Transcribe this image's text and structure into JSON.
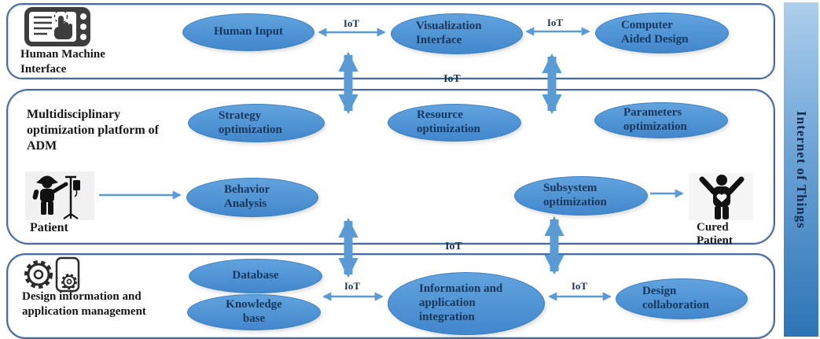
{
  "iot": {
    "bar_label": "Internet of Things",
    "link_label": "IoT"
  },
  "sections": {
    "hmi": {
      "title": "Human Machine Interface"
    },
    "modm": {
      "title": "Multidisciplinary optimization platform of ADM"
    },
    "diam": {
      "title": "Design information and application management"
    }
  },
  "actors": {
    "patient": {
      "label": "Patient"
    },
    "cured_patient": {
      "label": "Cured Patient"
    }
  },
  "nodes": {
    "human_input": {
      "label": "Human Input"
    },
    "visualization_interface": {
      "label": "Visualization Interface"
    },
    "computer_aided_design": {
      "label": "Computer Aided Design"
    },
    "strategy_optimization": {
      "label": "Strategy optimization"
    },
    "resource_optimization": {
      "label": "Resource optimization"
    },
    "parameters_optimization": {
      "label": "Parameters optimization"
    },
    "behavior_analysis": {
      "label": "Behavior Analysis"
    },
    "subsystem_optimization": {
      "label": "Subsystem optimization"
    },
    "database": {
      "label": "Database"
    },
    "knowledge_base": {
      "label": "Knowledge base"
    },
    "information_application_integration": {
      "label": "Information and application integration"
    },
    "design_collaboration": {
      "label": "Design collaboration"
    }
  },
  "colors": {
    "node_fill": "#4a90d5",
    "node_text": "#17375e",
    "arrow": "#5b9bd5",
    "box_border": "#4a6a9d",
    "bar_top": "#aecfed",
    "bar_bottom": "#2e75b6"
  }
}
